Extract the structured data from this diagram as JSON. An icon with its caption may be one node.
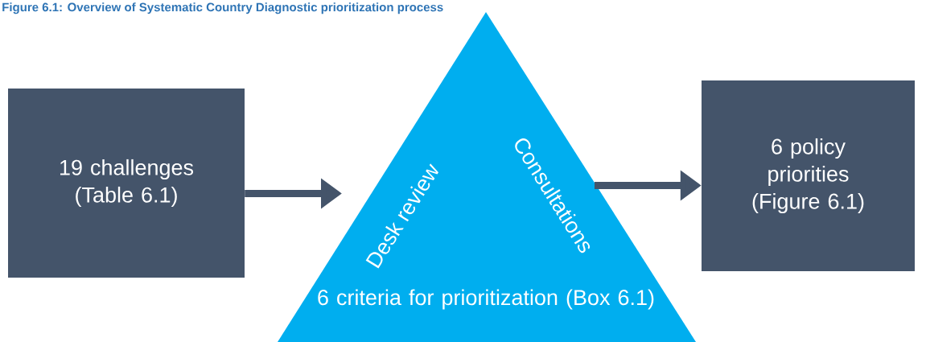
{
  "diagram": {
    "title": "Figure 6.1: Overview of Systematic Country Diagnostic prioritization process",
    "nodes": [
      {
        "text": [
          "19 challenges (Table 6.1)"
        ]
      },
      {
        "text": [
          "Desk review",
          "Consultations",
          "6 criteria for prioritization (Box 6.1)"
        ]
      },
      {
        "text": [
          "6 policy priorities (Figure 6.1)"
        ]
      }
    ],
    "edges": [
      {
        "from": 0,
        "to": 1,
        "arrow": "to"
      },
      {
        "from": 1,
        "to": 2,
        "arrow": "to"
      }
    ]
  }
}
